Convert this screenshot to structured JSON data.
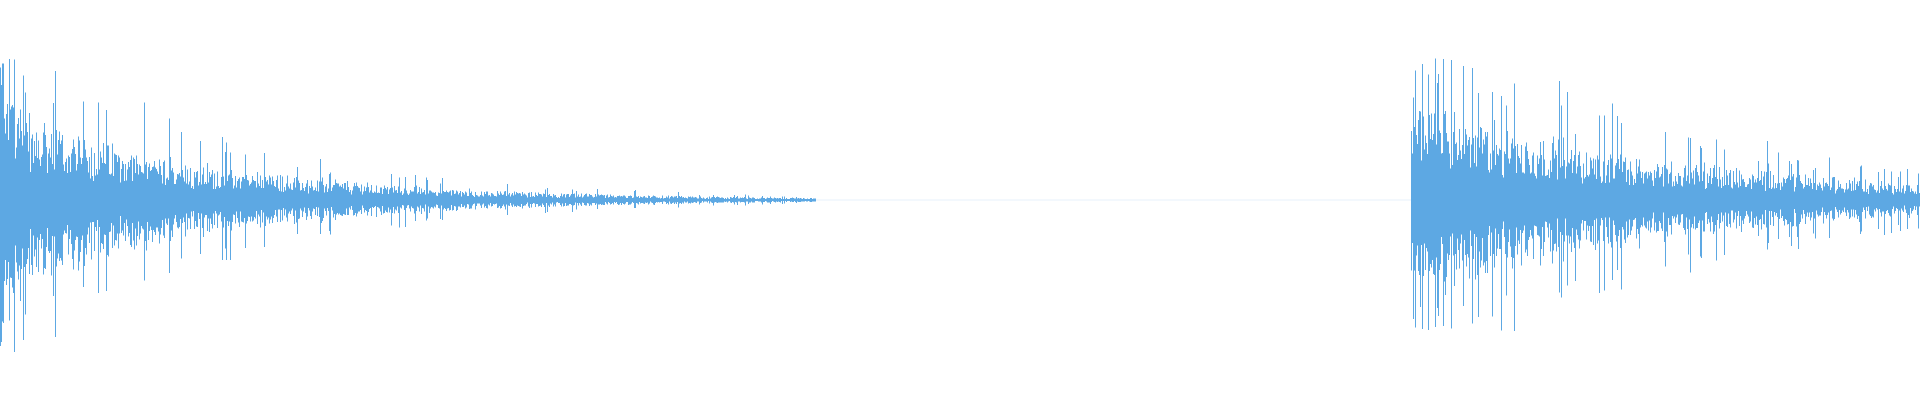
{
  "waveform": {
    "color": "#5da8e3",
    "background": "#ffffff",
    "duration_fraction_total": 1.0,
    "segments": [
      {
        "name": "segment-one",
        "start_fraction": 0.0,
        "end_fraction": 0.425,
        "attack_fraction": 0.012,
        "peak_level": 0.82,
        "body_level": 0.45,
        "end_level": 0.01
      },
      {
        "name": "segment-two",
        "start_fraction": 0.735,
        "end_fraction": 1.0,
        "attack_fraction": 0.01,
        "peak_level": 0.62,
        "body_level": 0.48,
        "end_level": 0.08
      }
    ]
  }
}
